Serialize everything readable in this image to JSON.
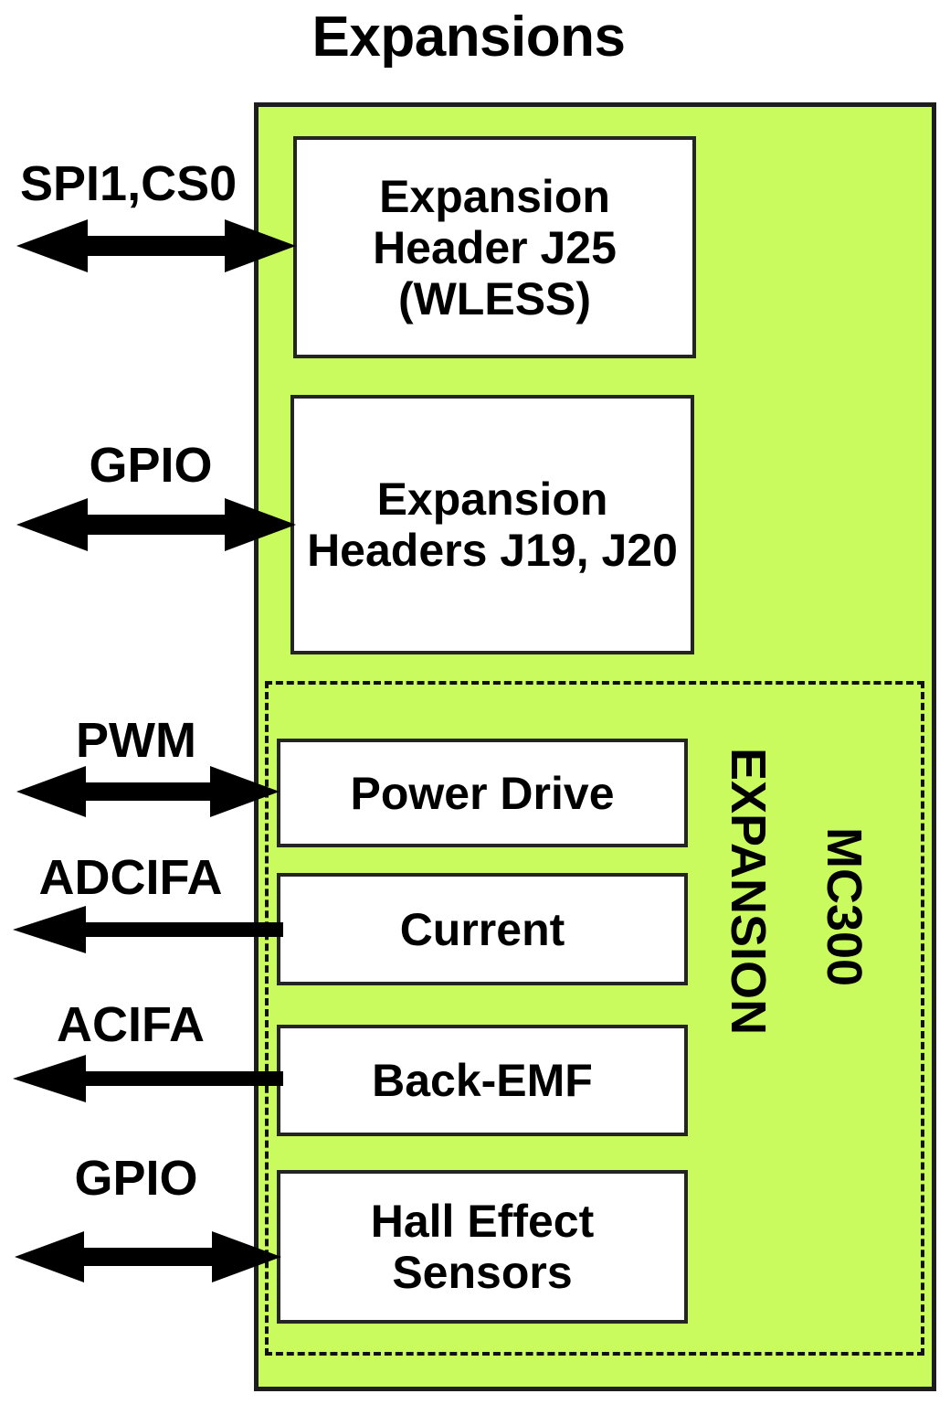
{
  "title": "Expansions",
  "colors": {
    "panel_green": "#c9fb5e",
    "box_white": "#ffffff",
    "stroke_black": "#1d1d1d"
  },
  "panel": {
    "dashed_region_labels": {
      "expansion": "EXPANSION",
      "mc300": "MC300"
    }
  },
  "boxes": [
    {
      "id": "j25",
      "text": "Expansion Header J25 (WLESS)"
    },
    {
      "id": "j19j20",
      "text": "Expansion Headers J19, J20"
    },
    {
      "id": "power",
      "text": "Power Drive"
    },
    {
      "id": "current",
      "text": "Current"
    },
    {
      "id": "bemf",
      "text": "Back-EMF"
    },
    {
      "id": "hall",
      "text": "Hall Effect Sensors"
    }
  ],
  "signals": [
    {
      "id": "spi1cs0",
      "label": "SPI1,CS0",
      "direction": "bidirectional",
      "target": "j25"
    },
    {
      "id": "gpio-hdr",
      "label": "GPIO",
      "direction": "bidirectional",
      "target": "j19j20"
    },
    {
      "id": "pwm",
      "label": "PWM",
      "direction": "bidirectional",
      "target": "power"
    },
    {
      "id": "adcifa",
      "label": "ADCIFA",
      "direction": "left",
      "target": "current"
    },
    {
      "id": "acifa",
      "label": "ACIFA",
      "direction": "left",
      "target": "bemf"
    },
    {
      "id": "gpio-hall",
      "label": "GPIO",
      "direction": "bidirectional",
      "target": "hall"
    }
  ]
}
